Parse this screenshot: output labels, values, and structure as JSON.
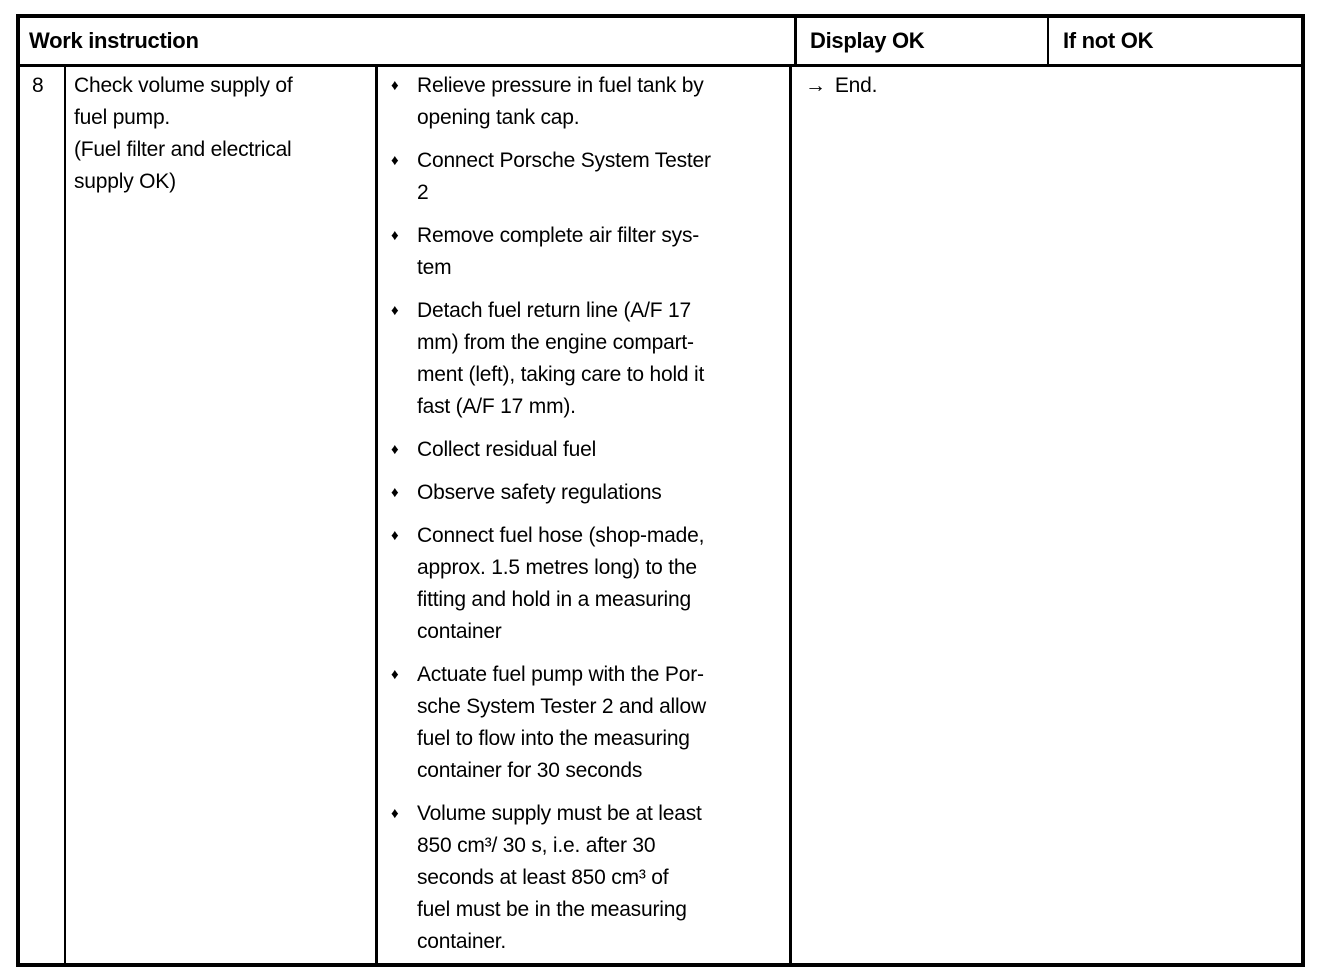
{
  "document": {
    "header": {
      "work_instruction": "Work instruction",
      "display_ok": "Display OK",
      "if_not_ok": "If not OK"
    },
    "row": {
      "step_number": "8",
      "task": "Check volume supply of\nfuel pump.\n(Fuel filter and electrical\nsupply OK)",
      "bullet_icon": "♦",
      "steps": [
        "Relieve pressure in fuel tank by\nopening tank cap.",
        "Connect Porsche System Tester\n2",
        "Remove complete air filter sys-\ntem",
        "Detach fuel return line (A/F 17\nmm) from the engine compart-\nment (left), taking care to hold it\nfast (A/F 17 mm).",
        "Collect residual fuel",
        "Observe safety regulations",
        "Connect fuel hose (shop-made,\napprox. 1.5 metres long) to the\nfitting and hold in a measuring\ncontainer",
        "Actuate fuel pump with the Por-\nsche System Tester 2 and allow\nfuel to flow into the measuring\ncontainer for 30 seconds",
        "Volume supply must be at least\n850 cm³/ 30 s, i.e. after 30\nseconds at least 850 cm³ of\nfuel must be in the measuring\ncontainer."
      ],
      "display_ok": {
        "arrow": "→",
        "text": "End."
      },
      "if_not_ok": ""
    },
    "colors": {
      "text": "#000000",
      "background": "#ffffff",
      "border": "#000000"
    }
  }
}
